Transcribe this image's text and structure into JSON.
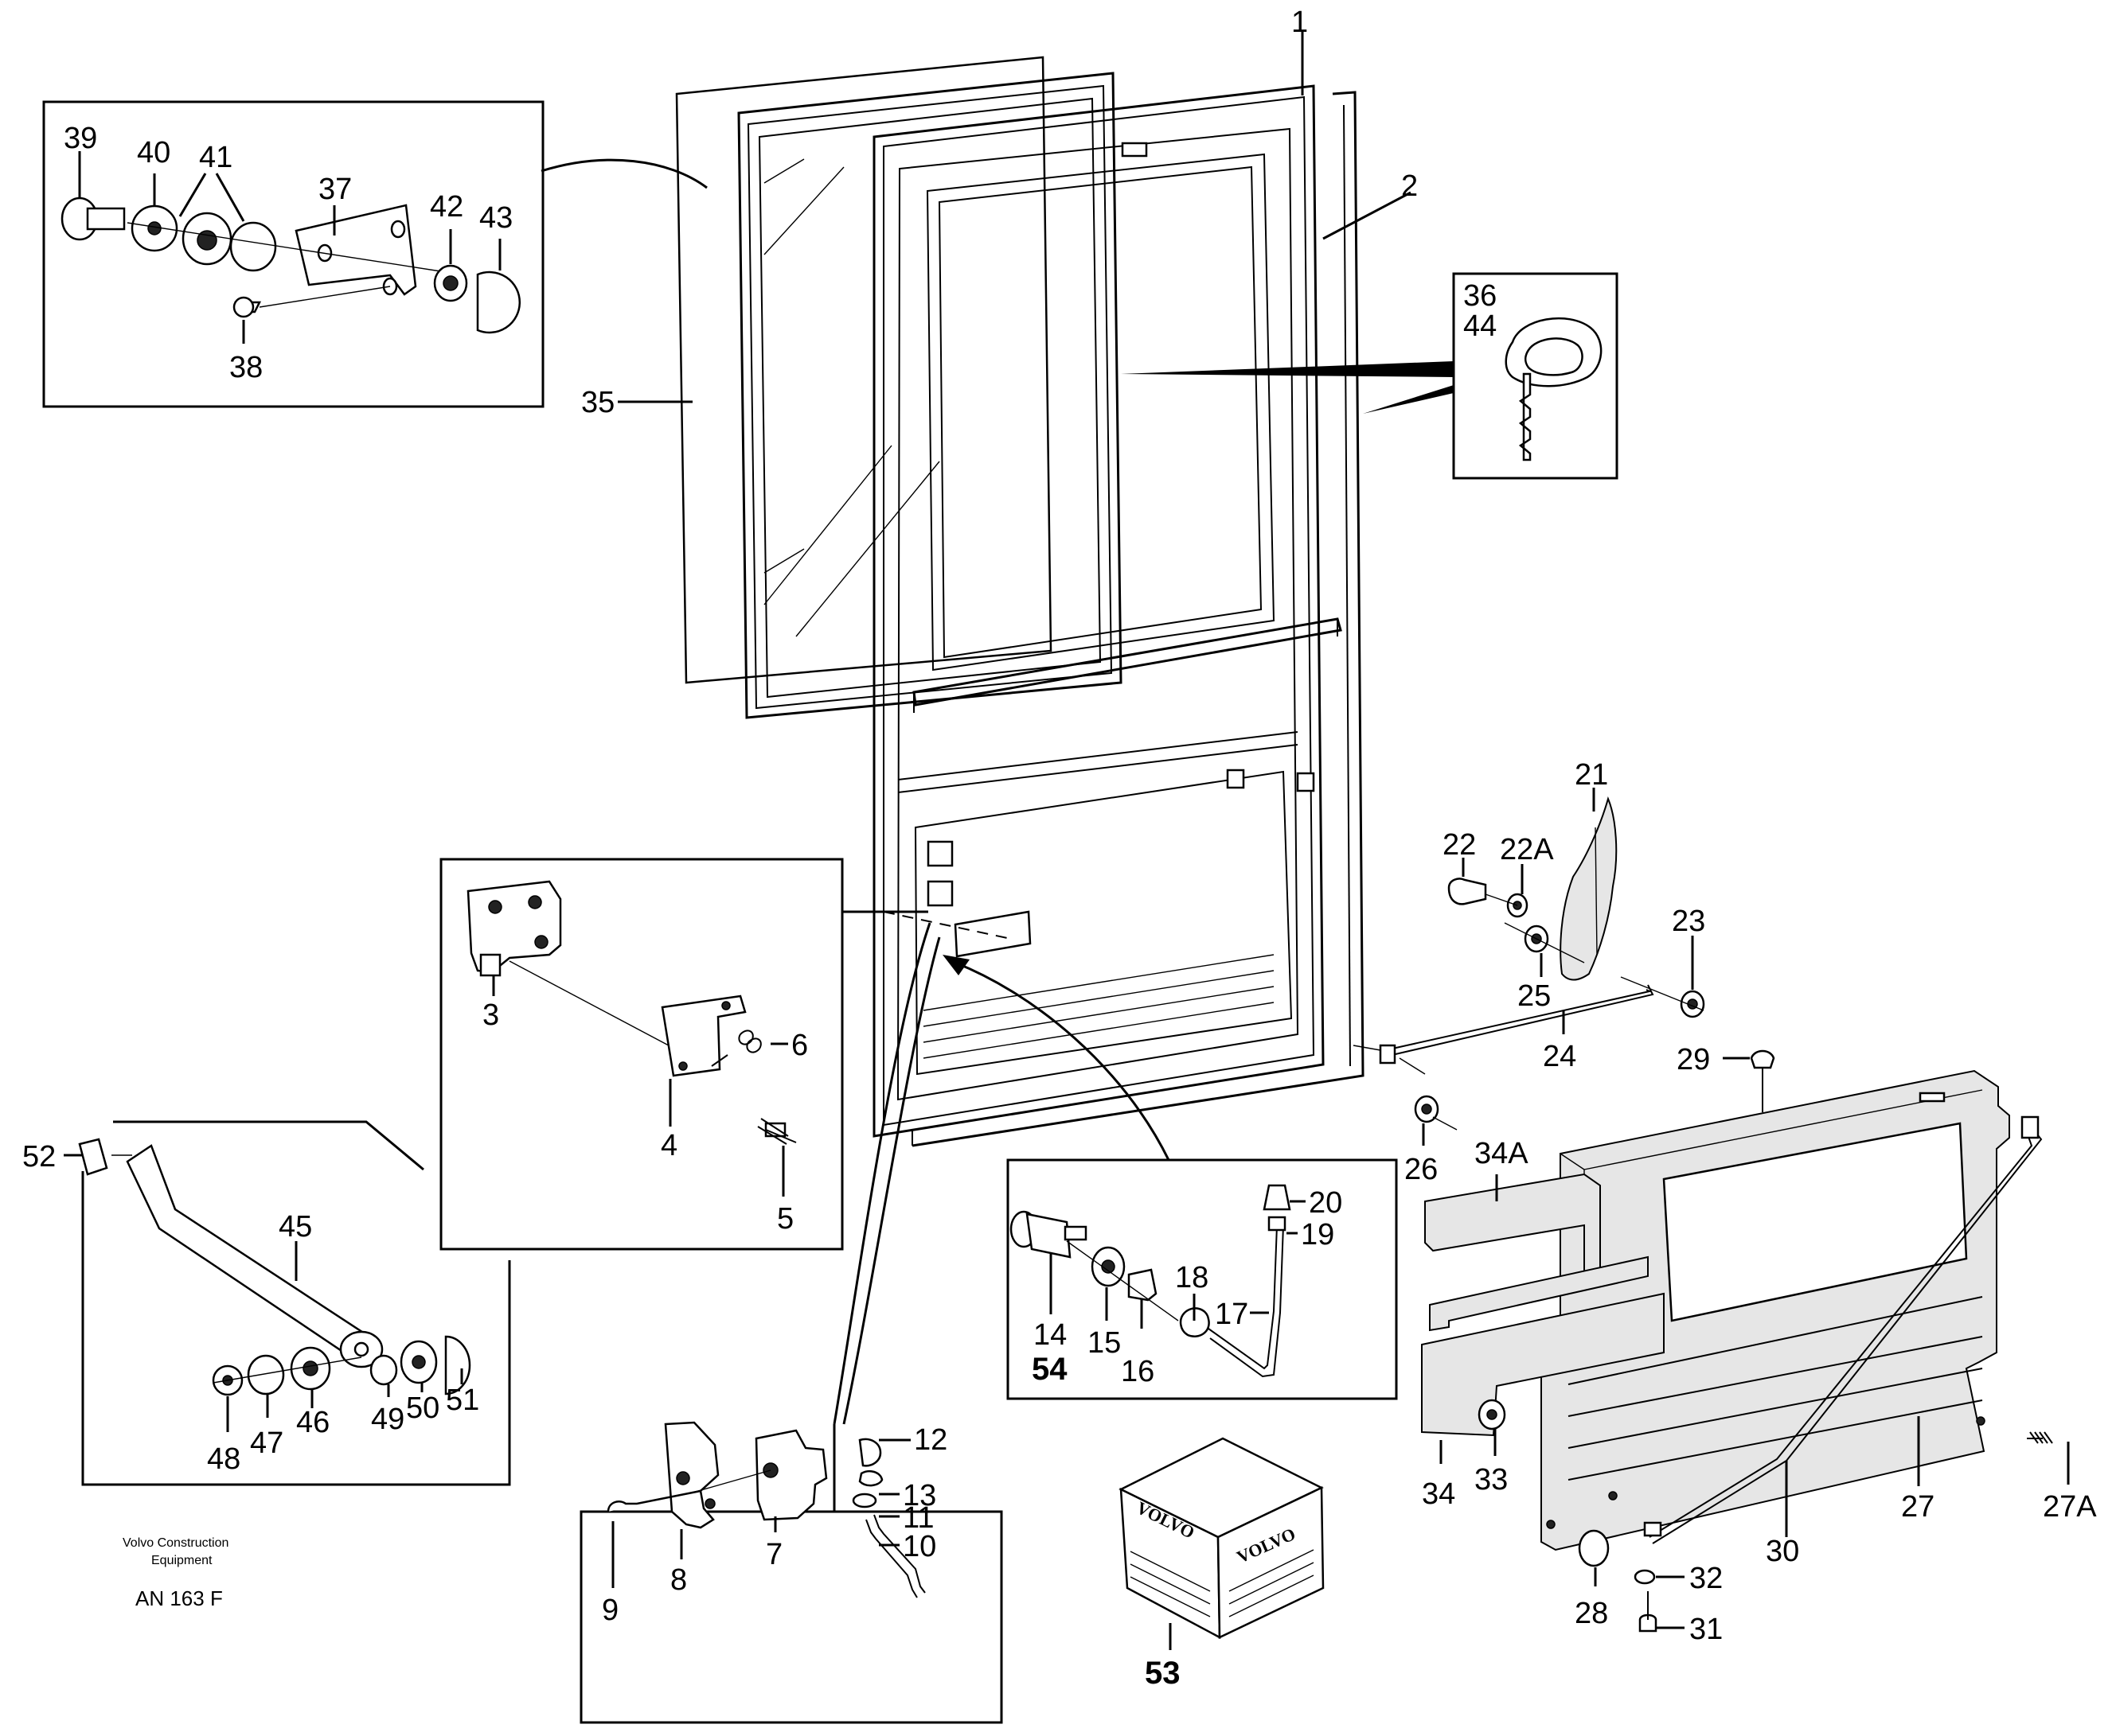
{
  "labels": {
    "l1": "1",
    "l2": "2",
    "l3": "3",
    "l4": "4",
    "l5": "5",
    "l6": "6",
    "l7": "7",
    "l8": "8",
    "l9": "9",
    "l10": "10",
    "l11": "11",
    "l12": "12",
    "l13": "13",
    "l14": "14",
    "l15": "15",
    "l16": "16",
    "l17": "17",
    "l18": "18",
    "l19": "19",
    "l20": "20",
    "l21": "21",
    "l22": "22",
    "l22a": "22A",
    "l23": "23",
    "l24": "24",
    "l25": "25",
    "l26": "26",
    "l27": "27",
    "l27a": "27A",
    "l28": "28",
    "l29": "29",
    "l30": "30",
    "l31": "31",
    "l32": "32",
    "l33": "33",
    "l34": "34",
    "l34a": "34A",
    "l35": "35",
    "l36": "36",
    "l37": "37",
    "l38": "38",
    "l39": "39",
    "l40": "40",
    "l41": "41",
    "l42": "42",
    "l43": "43",
    "l44": "44",
    "l45": "45",
    "l46": "46",
    "l47": "47",
    "l48": "48",
    "l49": "49",
    "l50": "50",
    "l51": "51",
    "l52": "52",
    "l53": "53",
    "l54": "54"
  },
  "box": {
    "brand1": "VOLVO",
    "brand2": "VOLVO"
  },
  "caption": {
    "line1": "Volvo Construction",
    "line2": "Equipment",
    "code": "AN 163 F"
  }
}
